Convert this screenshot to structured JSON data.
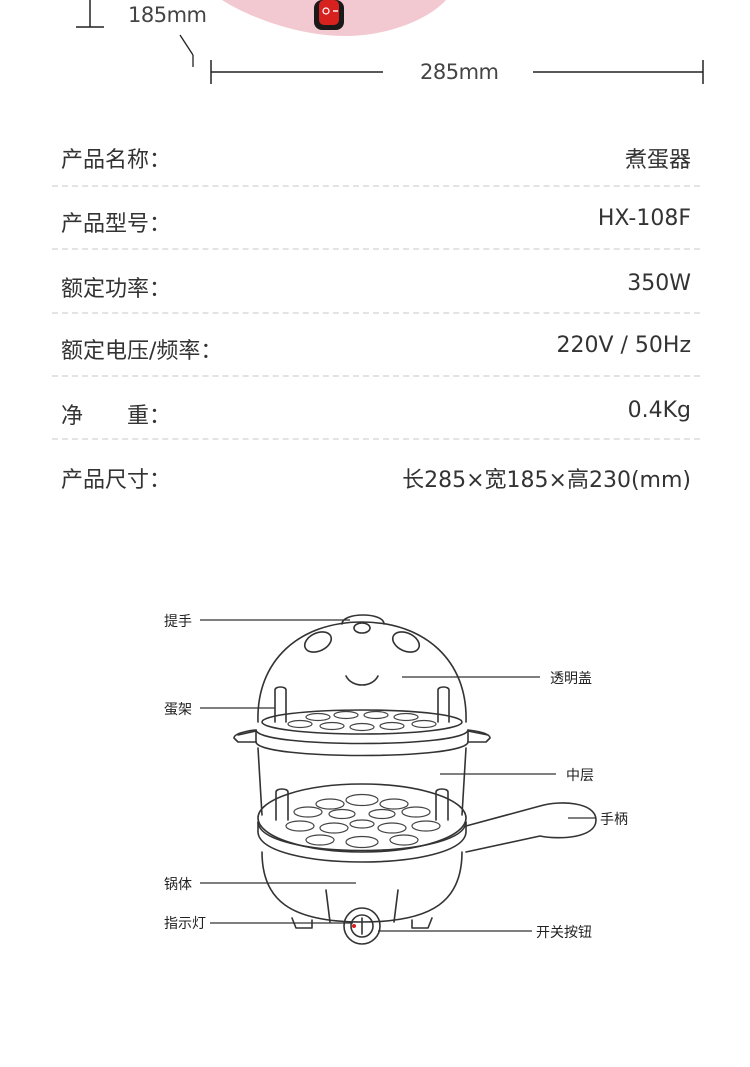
{
  "dimensions": {
    "height_label": "185mm",
    "width_label": "285mm"
  },
  "specs": [
    {
      "label": "产品名称：",
      "value": "煮蛋器"
    },
    {
      "label": "产品型号：",
      "value": "HX-108F"
    },
    {
      "label": "额定功率：",
      "value": "350W"
    },
    {
      "label": "额定电压/频率：",
      "value": "220V / 50Hz"
    },
    {
      "label": "净　　重：",
      "value": "0.4Kg"
    },
    {
      "label": "产品尺寸：",
      "value": "长285×宽185×高230(mm)"
    }
  ],
  "diagram": {
    "labels": {
      "handle_top": "提手",
      "egg_rack": "蛋架",
      "body": "锅体",
      "indicator": "指示灯",
      "lid": "透明盖",
      "middle": "中层",
      "side_handle": "手柄",
      "switch": "开关按钮"
    }
  },
  "colors": {
    "product_pink": "#f3c9d1",
    "switch_red": "#d6211f",
    "divider": "#e3e3e3",
    "text": "#333333"
  }
}
